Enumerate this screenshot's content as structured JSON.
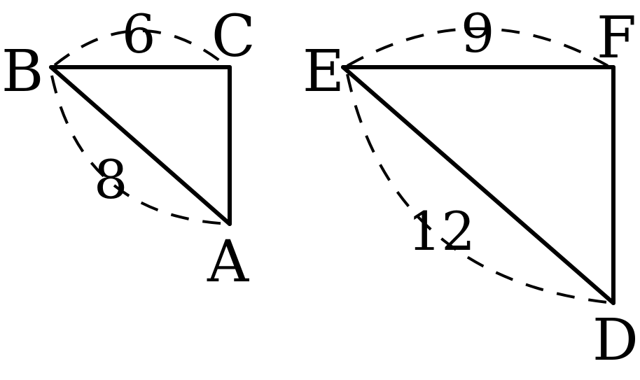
{
  "triangles": [
    {
      "vertices": {
        "top_left": "B",
        "top_right": "C",
        "bottom": "A"
      },
      "lengths": {
        "top": "6",
        "hypotenuse": "8"
      }
    },
    {
      "vertices": {
        "top_left": "E",
        "top_right": "F",
        "bottom": "D"
      },
      "lengths": {
        "top": "9",
        "hypotenuse": "12"
      }
    }
  ]
}
